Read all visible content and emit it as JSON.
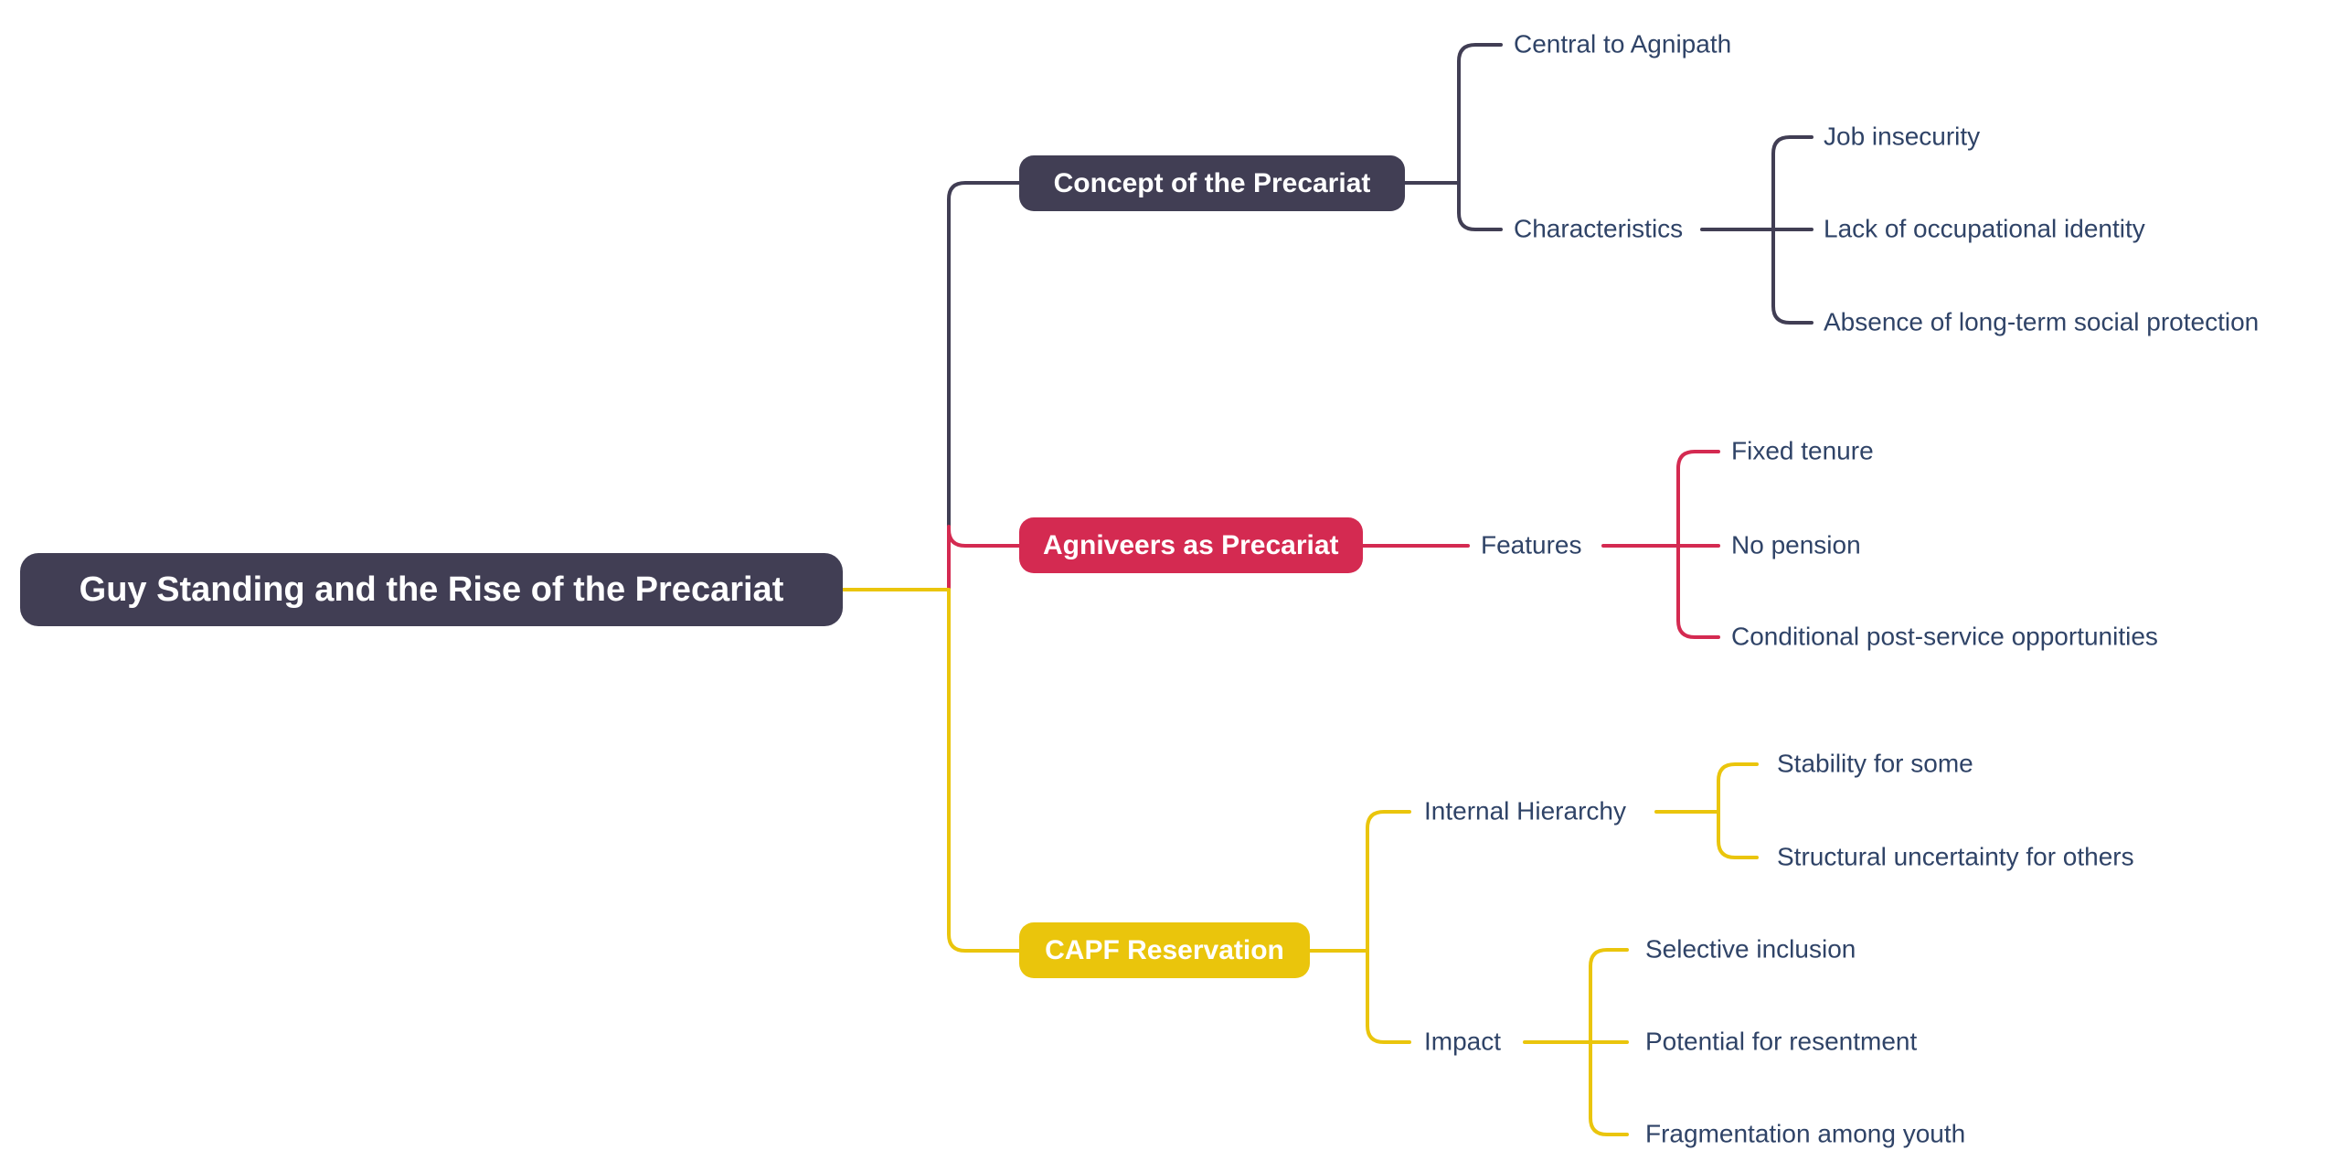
{
  "colors": {
    "background": "#ffffff",
    "navy": "#413e54",
    "red": "#d42a51",
    "yellow": "#eac50c",
    "leaf_text": "#2f4367",
    "node_text": "#ffffff"
  },
  "root": {
    "label": "Guy Standing and the Rise of the Precariat",
    "color": "#413e54"
  },
  "branches": [
    {
      "label": "Concept of the Precariat",
      "color": "#413e54",
      "children": [
        {
          "label": "Central to Agnipath"
        },
        {
          "label": "Characteristics",
          "children": [
            {
              "label": "Job insecurity"
            },
            {
              "label": "Lack of occupational identity"
            },
            {
              "label": "Absence of long-term social protection"
            }
          ]
        }
      ]
    },
    {
      "label": "Agniveers as Precariat",
      "color": "#d42a51",
      "children": [
        {
          "label": "Features",
          "children": [
            {
              "label": "Fixed tenure"
            },
            {
              "label": "No pension"
            },
            {
              "label": "Conditional post-service opportunities"
            }
          ]
        }
      ]
    },
    {
      "label": "CAPF Reservation",
      "color": "#eac50c",
      "children": [
        {
          "label": "Internal Hierarchy",
          "children": [
            {
              "label": "Stability for some"
            },
            {
              "label": "Structural uncertainty for others"
            }
          ]
        },
        {
          "label": "Impact",
          "children": [
            {
              "label": "Selective inclusion"
            },
            {
              "label": "Potential for resentment"
            },
            {
              "label": "Fragmentation among youth"
            }
          ]
        }
      ]
    }
  ]
}
